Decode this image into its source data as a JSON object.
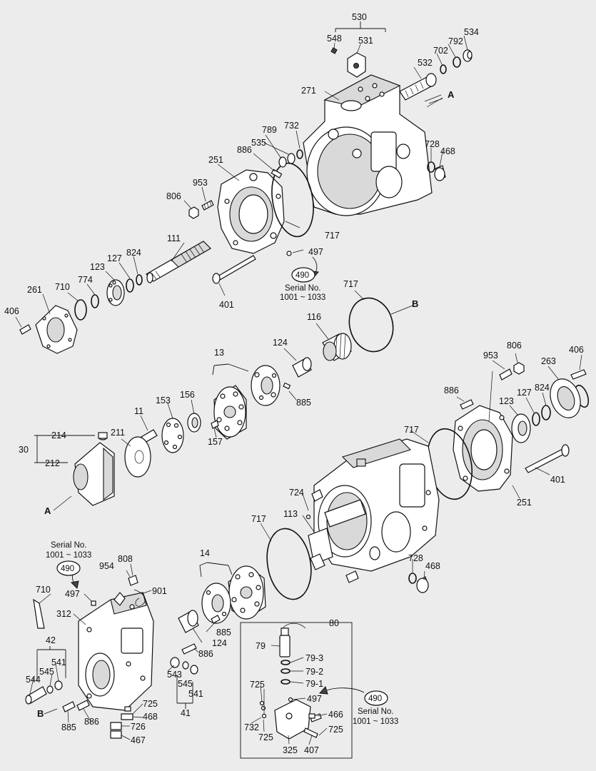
{
  "callouts": [
    {
      "id": "c530",
      "text": "530"
    },
    {
      "id": "c548",
      "text": "548"
    },
    {
      "id": "c531",
      "text": "531"
    },
    {
      "id": "c534",
      "text": "534"
    },
    {
      "id": "c792",
      "text": "792"
    },
    {
      "id": "c702",
      "text": "702"
    },
    {
      "id": "c532",
      "text": "532"
    },
    {
      "id": "c271",
      "text": "271"
    },
    {
      "id": "c789",
      "text": "789"
    },
    {
      "id": "c732a",
      "text": "732"
    },
    {
      "id": "c886a",
      "text": "886"
    },
    {
      "id": "c535",
      "text": "535"
    },
    {
      "id": "c728a",
      "text": "728"
    },
    {
      "id": "c468a",
      "text": "468"
    },
    {
      "id": "c251a",
      "text": "251"
    },
    {
      "id": "c953a",
      "text": "953"
    },
    {
      "id": "c806a",
      "text": "806"
    },
    {
      "id": "c111",
      "text": "111"
    },
    {
      "id": "c717a",
      "text": "717"
    },
    {
      "id": "c497a",
      "text": "497"
    },
    {
      "id": "c127a",
      "text": "127"
    },
    {
      "id": "c824a",
      "text": "824"
    },
    {
      "id": "c123a",
      "text": "123"
    },
    {
      "id": "c774",
      "text": "774"
    },
    {
      "id": "c710a",
      "text": "710"
    },
    {
      "id": "c261",
      "text": "261"
    },
    {
      "id": "c406a",
      "text": "406"
    },
    {
      "id": "c401a",
      "text": "401"
    },
    {
      "id": "c717b",
      "text": "717"
    },
    {
      "id": "c116",
      "text": "116"
    },
    {
      "id": "c124a",
      "text": "124"
    },
    {
      "id": "c13",
      "text": "13"
    },
    {
      "id": "c885a",
      "text": "885"
    },
    {
      "id": "c806b",
      "text": "806"
    },
    {
      "id": "c953b",
      "text": "953"
    },
    {
      "id": "c406b",
      "text": "406"
    },
    {
      "id": "c263",
      "text": "263"
    },
    {
      "id": "c886b",
      "text": "886"
    },
    {
      "id": "c123b",
      "text": "123"
    },
    {
      "id": "c127b",
      "text": "127"
    },
    {
      "id": "c824b",
      "text": "824"
    },
    {
      "id": "c156",
      "text": "156"
    },
    {
      "id": "c153",
      "text": "153"
    },
    {
      "id": "c11",
      "text": "11"
    },
    {
      "id": "c157",
      "text": "157"
    },
    {
      "id": "c211",
      "text": "211"
    },
    {
      "id": "c214",
      "text": "214"
    },
    {
      "id": "c30",
      "text": "30"
    },
    {
      "id": "c212",
      "text": "212"
    },
    {
      "id": "c717c",
      "text": "717"
    },
    {
      "id": "c401b",
      "text": "401"
    },
    {
      "id": "c251b",
      "text": "251"
    },
    {
      "id": "c724",
      "text": "724"
    },
    {
      "id": "c113",
      "text": "113"
    },
    {
      "id": "c717d",
      "text": "717"
    },
    {
      "id": "c728b",
      "text": "728"
    },
    {
      "id": "c468b",
      "text": "468"
    },
    {
      "id": "c14",
      "text": "14"
    },
    {
      "id": "c808",
      "text": "808"
    },
    {
      "id": "c954",
      "text": "954"
    },
    {
      "id": "c901",
      "text": "901"
    },
    {
      "id": "c710b",
      "text": "710"
    },
    {
      "id": "c497b",
      "text": "497"
    },
    {
      "id": "c312",
      "text": "312"
    },
    {
      "id": "c885b",
      "text": "885"
    },
    {
      "id": "c124b",
      "text": "124"
    },
    {
      "id": "c886c",
      "text": "886"
    },
    {
      "id": "c80",
      "text": "80"
    },
    {
      "id": "c79",
      "text": "79"
    },
    {
      "id": "c79_3",
      "text": "79-3"
    },
    {
      "id": "c79_2",
      "text": "79-2"
    },
    {
      "id": "c79_1",
      "text": "79-1"
    },
    {
      "id": "c42",
      "text": "42"
    },
    {
      "id": "c541a",
      "text": "541"
    },
    {
      "id": "c545a",
      "text": "545"
    },
    {
      "id": "c544",
      "text": "544"
    },
    {
      "id": "c543",
      "text": "543"
    },
    {
      "id": "c545b",
      "text": "545"
    },
    {
      "id": "c541b",
      "text": "541"
    },
    {
      "id": "c41",
      "text": "41"
    },
    {
      "id": "c725a",
      "text": "725"
    },
    {
      "id": "c468c",
      "text": "468"
    },
    {
      "id": "c726",
      "text": "726"
    },
    {
      "id": "c467",
      "text": "467"
    },
    {
      "id": "c885c",
      "text": "885"
    },
    {
      "id": "c886d",
      "text": "886"
    },
    {
      "id": "c725b",
      "text": "725"
    },
    {
      "id": "c497c",
      "text": "497"
    },
    {
      "id": "c466",
      "text": "466"
    },
    {
      "id": "c725c",
      "text": "725"
    },
    {
      "id": "c732b",
      "text": "732"
    },
    {
      "id": "c725d",
      "text": "725"
    },
    {
      "id": "c325",
      "text": "325"
    },
    {
      "id": "c407",
      "text": "407"
    }
  ],
  "view_markers": {
    "a_top": "A",
    "b_top": "B",
    "a_left": "A",
    "b_left": "B"
  },
  "serial_notes": {
    "note1": {
      "circle": "490",
      "line1": "Serial No.",
      "line2": "1001 ~ 1033"
    },
    "note2": {
      "circle": "490",
      "line1": "Serial No.",
      "line2": "1001 ~ 1033"
    },
    "note3": {
      "circle": "490",
      "line1": "Serial No.",
      "line2": "1001 ~ 1033"
    }
  }
}
